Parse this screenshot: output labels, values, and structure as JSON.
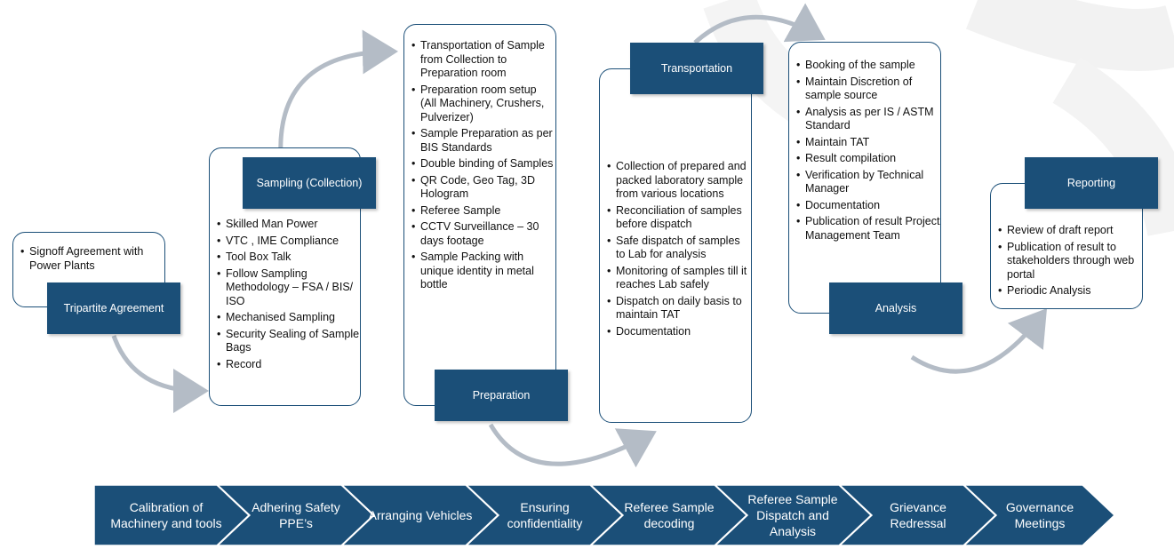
{
  "stages": [
    {
      "id": "tripartite",
      "label": "Tripartite Agreement",
      "items": [
        "Signoff Agreement with Power Plants"
      ]
    },
    {
      "id": "sampling",
      "label": "Sampling (Collection)",
      "items": [
        "Skilled Man Power",
        "VTC , IME Compliance",
        "Tool Box Talk",
        "Follow Sampling Methodology – FSA / BIS/ ISO",
        "Mechanised Sampling",
        "Security Sealing of Sample Bags",
        "Record"
      ]
    },
    {
      "id": "preparation",
      "label": "Preparation",
      "items": [
        "Transportation of Sample from Collection to Preparation room",
        "Preparation room setup (All Machinery, Crushers, Pulverizer)",
        "Sample Preparation as per BIS Standards",
        "Double binding of Samples",
        "QR Code, Geo Tag, 3D Hologram",
        "Referee Sample",
        "CCTV Surveillance – 30 days footage",
        "Sample Packing with unique identity in metal bottle"
      ]
    },
    {
      "id": "transportation",
      "label": "Transportation",
      "items": [
        "Collection of prepared and packed laboratory sample from various locations",
        "Reconciliation of samples before dispatch",
        "Safe dispatch of samples to Lab for analysis",
        "Monitoring of samples till it reaches Lab safely",
        "Dispatch on daily basis to maintain TAT",
        "Documentation"
      ]
    },
    {
      "id": "analysis",
      "label": "Analysis",
      "items": [
        "Booking of the sample",
        "Maintain Discretion of sample source",
        "Analysis as per IS / ASTM Standard",
        "Maintain TAT",
        "Result compilation",
        "Verification by Technical Manager",
        "Documentation",
        "Publication of result Project Management Team"
      ]
    },
    {
      "id": "reporting",
      "label": "Reporting",
      "items": [
        "Review of draft report",
        "Publication of result to stakeholders through web portal",
        "Periodic Analysis"
      ]
    }
  ],
  "bottom_bar": [
    "Calibration of Machinery and tools",
    "Adhering Safety PPE’s",
    "Arranging Vehicles",
    "Ensuring confidentiality",
    "Referee Sample decoding",
    "Referee Sample Dispatch and Analysis",
    "Grievance Redressal",
    "Governance Meetings"
  ],
  "colors": {
    "primary": "#1b4f78",
    "arrow": "#b4bcc6",
    "chevron": "#1b4f78"
  }
}
